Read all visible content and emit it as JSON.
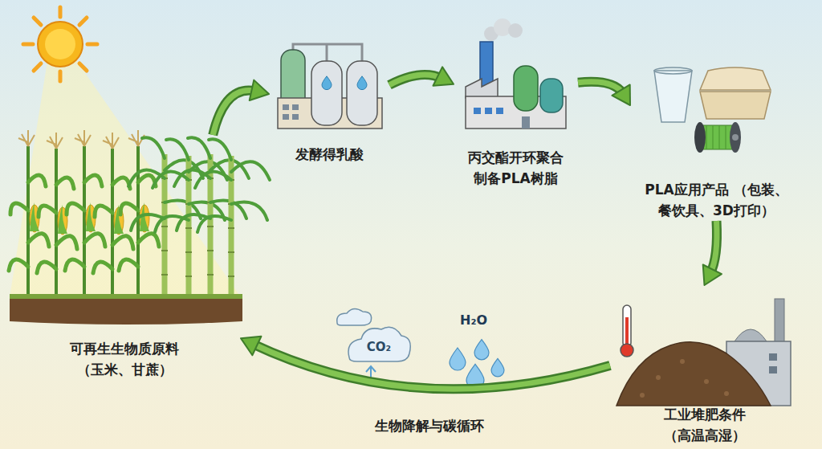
{
  "diagram": {
    "nodes": [
      {
        "text": [
          "可再生生物质原料 （玉米、甘蔗）"
        ]
      },
      {
        "text": [
          "发酵得乳酸"
        ]
      },
      {
        "text": [
          "丙交酯开环聚合 制备PLA树脂"
        ]
      },
      {
        "text": [
          "PLA应用产品 （包装、餐饮具、3D打印）"
        ]
      },
      {
        "text": [
          "工业堆肥条件 （高温高湿）"
        ]
      }
    ],
    "edges": [
      {
        "from": 0,
        "to": 1,
        "arrow": "to"
      },
      {
        "from": 1,
        "to": 2,
        "arrow": "to"
      },
      {
        "from": 2,
        "to": 3,
        "arrow": "to"
      },
      {
        "from": 3,
        "to": 4,
        "arrow": "to"
      },
      {
        "from": 4,
        "to": 0,
        "arrow": "to",
        "label": "生物降解与碳循环"
      }
    ],
    "labels": [
      "CO₂",
      "H₂O"
    ]
  }
}
